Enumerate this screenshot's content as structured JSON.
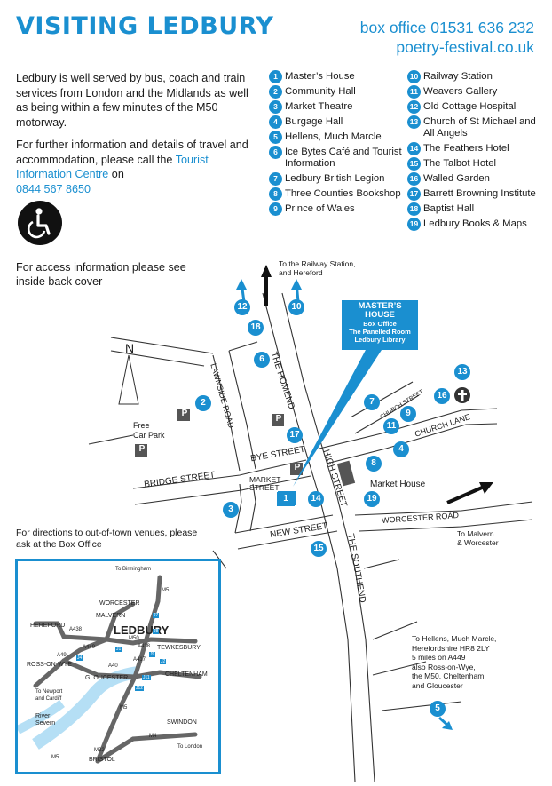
{
  "header": {
    "title": "VISITING LEDBURY",
    "box_office": "box office 01531 636 232",
    "website": "poetry-festival.co.uk"
  },
  "intro": {
    "para1": "Ledbury is well served by bus, coach and train services from London and the Midlands as well as being within a few minutes of the M50 motorway.",
    "para2_prefix": "For further information and details of travel and accommodation, please call the ",
    "para2_link": "Tourist Information Centre",
    "para2_suffix": " on",
    "phone": "0844 567 8650"
  },
  "access_note": "For access information please see inside back cover",
  "directions_note": "For directions to out-of-town venues, please ask at the Box Office",
  "venues": [
    {
      "n": "1",
      "name": "Master’s House"
    },
    {
      "n": "2",
      "name": "Community Hall"
    },
    {
      "n": "3",
      "name": "Market Theatre"
    },
    {
      "n": "4",
      "name": "Burgage Hall"
    },
    {
      "n": "5",
      "name": "Hellens, Much Marcle"
    },
    {
      "n": "6",
      "name": "Ice Bytes Café and Tourist Information"
    },
    {
      "n": "7",
      "name": "Ledbury British Legion"
    },
    {
      "n": "8",
      "name": "Three Counties Bookshop"
    },
    {
      "n": "9",
      "name": "Prince of Wales"
    },
    {
      "n": "10",
      "name": "Railway Station"
    },
    {
      "n": "11",
      "name": "Weavers Gallery"
    },
    {
      "n": "12",
      "name": "Old Cottage Hospital"
    },
    {
      "n": "13",
      "name": "Church of St Michael and All Angels"
    },
    {
      "n": "14",
      "name": "The Feathers Hotel"
    },
    {
      "n": "15",
      "name": "The Talbot Hotel"
    },
    {
      "n": "16",
      "name": "Walled Garden"
    },
    {
      "n": "17",
      "name": "Barrett Browning Institute"
    },
    {
      "n": "18",
      "name": "Baptist Hall"
    },
    {
      "n": "19",
      "name": "Ledbury Books & Maps"
    }
  ],
  "town_map": {
    "north": "N",
    "roads": {
      "homend": "THE HOMEND",
      "lawnside": "LAWNSIDE ROAD",
      "bye": "BYE STREET",
      "bridge": "BRIDGE STREET",
      "market": "MARKET",
      "market2": "STREET",
      "new": "NEW STREET",
      "high": "HIGH STREET",
      "southend": "THE SOUTHEND",
      "church_street": "CHURCH STREET",
      "church_lane": "CHURCH LANE",
      "worcester": "WORCESTER ROAD"
    },
    "free_car_park": "Free",
    "free_car_park2": "Car Park",
    "parking": "P",
    "market_house": "Market House",
    "masters_house": {
      "l1": "MASTER’S",
      "l2": "HOUSE",
      "l3": "Box Office",
      "l4": "The Panelled Room",
      "l5": "Ledbury Library"
    },
    "to_railway": {
      "l1": "To the Railway Station,",
      "l2": "and Hereford"
    },
    "to_malvern": {
      "l1": "To Malvern",
      "l2": "& Worcester"
    },
    "to_hellens": {
      "l1": "To Hellens, Much Marcle,",
      "l2": "Herefordshire HR8 2LY",
      "l3": "5 miles on A449",
      "l4": "also Ross-on-Wye,",
      "l5": "the M50, Cheltenham",
      "l6": "and Gloucester"
    }
  },
  "region_map": {
    "birmingham": "To Birmingham",
    "m5": "M5",
    "worcester": "WORCESTER",
    "malvern": "MALVERN",
    "hereford": "HEREFORD",
    "a438": "A438",
    "ledbury": "LEDBURY",
    "m50": "M50",
    "tewkesbury": "TEWKESBURY",
    "a449": "A449",
    "a438b": "A438",
    "a49": "A49",
    "ross": "ROSS-ON-WYE",
    "a40": "A40",
    "a417": "A417",
    "cheltenham": "CHELTENHAM",
    "gloucester": "GLOUCESTER",
    "newport": "To Newport",
    "cardiff": "and Cardiff",
    "river1": "River",
    "river2": "Severn",
    "m5b": "M5",
    "swindon": "SWINDON",
    "m4": "M4",
    "london": "To London",
    "m32": "M32",
    "bristol": "BRISTOL",
    "m5c": "M5",
    "j7": "J7",
    "j8": "J8",
    "j9": "J9",
    "j1": "J1",
    "j4": "J4",
    "j11": "J11",
    "j12": "J12",
    "j2": "J2"
  },
  "colors": {
    "accent": "#1a8fd0",
    "road": "#ffffff",
    "road_edge": "#333333",
    "dark": "#222222",
    "grey": "#777777"
  }
}
